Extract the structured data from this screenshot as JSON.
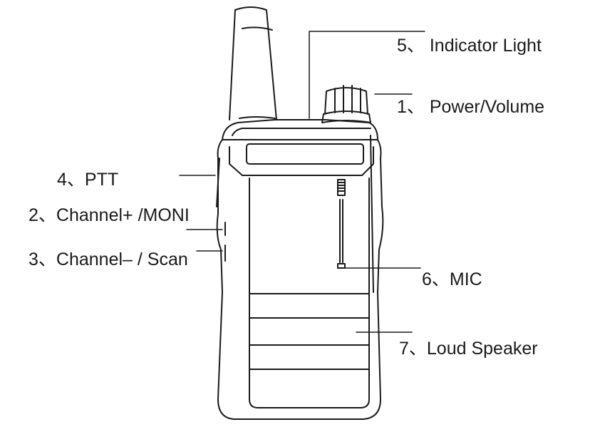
{
  "labels": {
    "indicator_light": "5、 Indicator Light",
    "power_volume": "1、 Power/Volume",
    "ptt": "4、PTT",
    "channel_plus": "2、Channel+ /MONI",
    "channel_minus": "3、Channel– / Scan",
    "mic": "6、MIC",
    "loud_speaker": "7、Loud Speaker"
  },
  "colors": {
    "stroke": "#1a1a1a",
    "background": "#ffffff"
  }
}
